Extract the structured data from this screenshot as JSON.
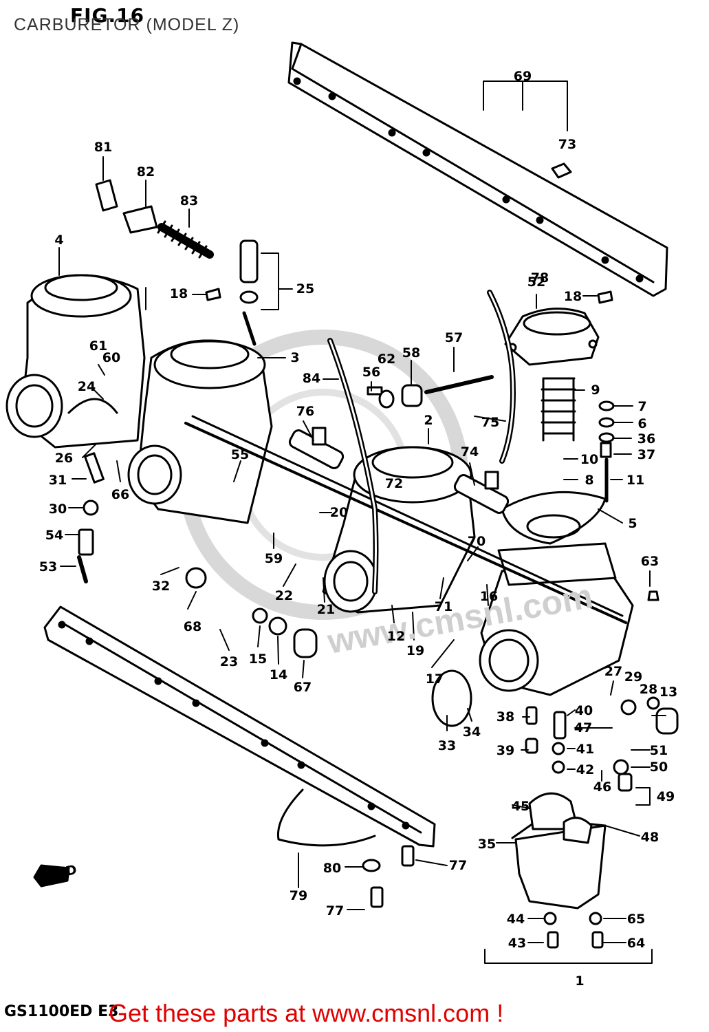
{
  "figure": {
    "title": "FIG.16",
    "subtitle": "CARBURETOR (MODEL Z)",
    "model_code": "GS1100ED E3",
    "promo": "Get these parts at www.cmsnl.com !",
    "watermark": "www.cmsnl.com",
    "fwd_label": "FWD"
  },
  "colors": {
    "ink": "#000000",
    "promo": "#e00000",
    "watermark": "#cfcfcf"
  },
  "callouts": [
    {
      "n": "1"
    },
    {
      "n": "2"
    },
    {
      "n": "3"
    },
    {
      "n": "4"
    },
    {
      "n": "5"
    },
    {
      "n": "6"
    },
    {
      "n": "7"
    },
    {
      "n": "8"
    },
    {
      "n": "9"
    },
    {
      "n": "10"
    },
    {
      "n": "11"
    },
    {
      "n": "12"
    },
    {
      "n": "13"
    },
    {
      "n": "14"
    },
    {
      "n": "15"
    },
    {
      "n": "16"
    },
    {
      "n": "17"
    },
    {
      "n": "18"
    },
    {
      "n": "18"
    },
    {
      "n": "19"
    },
    {
      "n": "20"
    },
    {
      "n": "21"
    },
    {
      "n": "22"
    },
    {
      "n": "23"
    },
    {
      "n": "24"
    },
    {
      "n": "25"
    },
    {
      "n": "26"
    },
    {
      "n": "27"
    },
    {
      "n": "28"
    },
    {
      "n": "29"
    },
    {
      "n": "30"
    },
    {
      "n": "31"
    },
    {
      "n": "32"
    },
    {
      "n": "33"
    },
    {
      "n": "34"
    },
    {
      "n": "35"
    },
    {
      "n": "36"
    },
    {
      "n": "37"
    },
    {
      "n": "38"
    },
    {
      "n": "39"
    },
    {
      "n": "40"
    },
    {
      "n": "41"
    },
    {
      "n": "42"
    },
    {
      "n": "43"
    },
    {
      "n": "44"
    },
    {
      "n": "45"
    },
    {
      "n": "46"
    },
    {
      "n": "47"
    },
    {
      "n": "48"
    },
    {
      "n": "49"
    },
    {
      "n": "50"
    },
    {
      "n": "51"
    },
    {
      "n": "52"
    },
    {
      "n": "53"
    },
    {
      "n": "54"
    },
    {
      "n": "55"
    },
    {
      "n": "56"
    },
    {
      "n": "57"
    },
    {
      "n": "58"
    },
    {
      "n": "59"
    },
    {
      "n": "60"
    },
    {
      "n": "61"
    },
    {
      "n": "62"
    },
    {
      "n": "63"
    },
    {
      "n": "64"
    },
    {
      "n": "65"
    },
    {
      "n": "66"
    },
    {
      "n": "67"
    },
    {
      "n": "68"
    },
    {
      "n": "69"
    },
    {
      "n": "70"
    },
    {
      "n": "71"
    },
    {
      "n": "72"
    },
    {
      "n": "73"
    },
    {
      "n": "74"
    },
    {
      "n": "75"
    },
    {
      "n": "76"
    },
    {
      "n": "77"
    },
    {
      "n": "77"
    },
    {
      "n": "78"
    },
    {
      "n": "79"
    },
    {
      "n": "80"
    },
    {
      "n": "81"
    },
    {
      "n": "82"
    },
    {
      "n": "83"
    },
    {
      "n": "84"
    }
  ]
}
